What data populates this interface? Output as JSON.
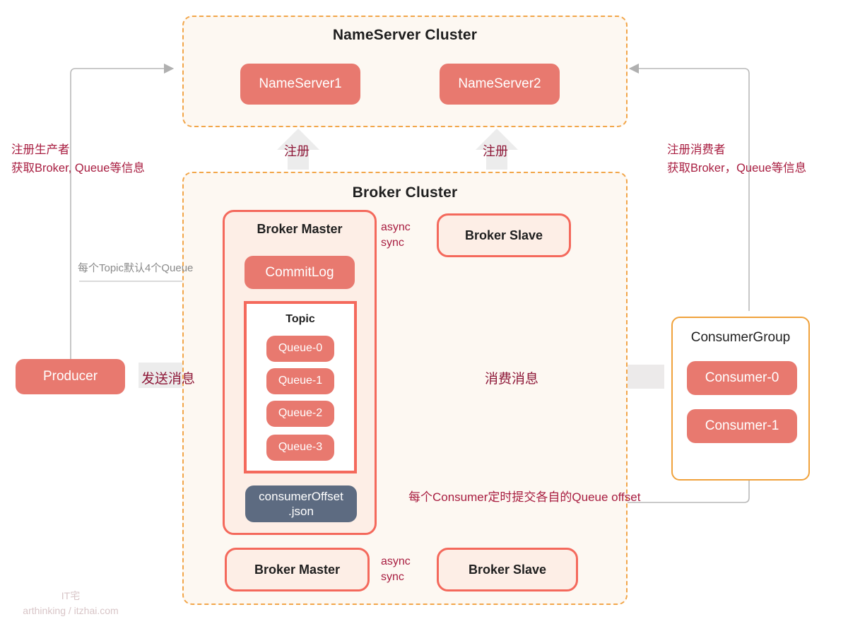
{
  "diagram": {
    "title_nameserver": "NameServer Cluster",
    "title_broker": "Broker Cluster"
  },
  "nameserver_cluster": {
    "label": "NameServer Cluster",
    "nodes": [
      {
        "label": "NameServer1"
      },
      {
        "label": "NameServer2"
      }
    ]
  },
  "broker_cluster": {
    "label": "Broker Cluster",
    "groups": [
      {
        "master_label": "Broker Master",
        "slave_label": "Broker Slave",
        "replication": {
          "line1": "async",
          "line2": "sync"
        },
        "commitlog_label": "CommitLog",
        "topic": {
          "label": "Topic",
          "queues": [
            {
              "label": "Queue-0"
            },
            {
              "label": "Queue-1"
            },
            {
              "label": "Queue-2"
            },
            {
              "label": "Queue-3"
            }
          ]
        },
        "offset_store": {
          "line1": "consumerOffset",
          "line2": ".json"
        }
      },
      {
        "master_label": "Broker Master",
        "slave_label": "Broker Slave",
        "replication": {
          "line1": "async",
          "line2": "sync"
        }
      }
    ]
  },
  "producer": {
    "label": "Producer"
  },
  "consumer_group": {
    "label": "ConsumerGroup",
    "consumers": [
      {
        "label": "Consumer-0"
      },
      {
        "label": "Consumer-1"
      }
    ]
  },
  "flows": {
    "register_left": "注册生产者\n获取Broker, Queue等信息",
    "register_right": "注册消费者\n获取Broker，Queue等信息",
    "register_arrow_1": "注册",
    "register_arrow_2": "注册",
    "send_message": "发送消息",
    "consume_message": "消费消息",
    "commit_offset": "每个Consumer定时提交各自的Queue offset",
    "topic_note": "每个Topic默认4个Queue"
  },
  "watermark": {
    "line1": "IT宅",
    "line2": "arthinking / itzhai.com"
  },
  "colors": {
    "salmon": "#e8796f",
    "coral_border": "#f4695c",
    "cluster_dashed": "#f2a64a",
    "cluster_fill": "#fdf8f2",
    "broker_fill": "#fdeee6",
    "offset_slate": "#5d6b81",
    "annotation_red": "#a81d40",
    "arrow_gray": "#e6e6e6",
    "line_gray": "#b5b5b5",
    "consumer_group_border": "#f0a23c"
  }
}
